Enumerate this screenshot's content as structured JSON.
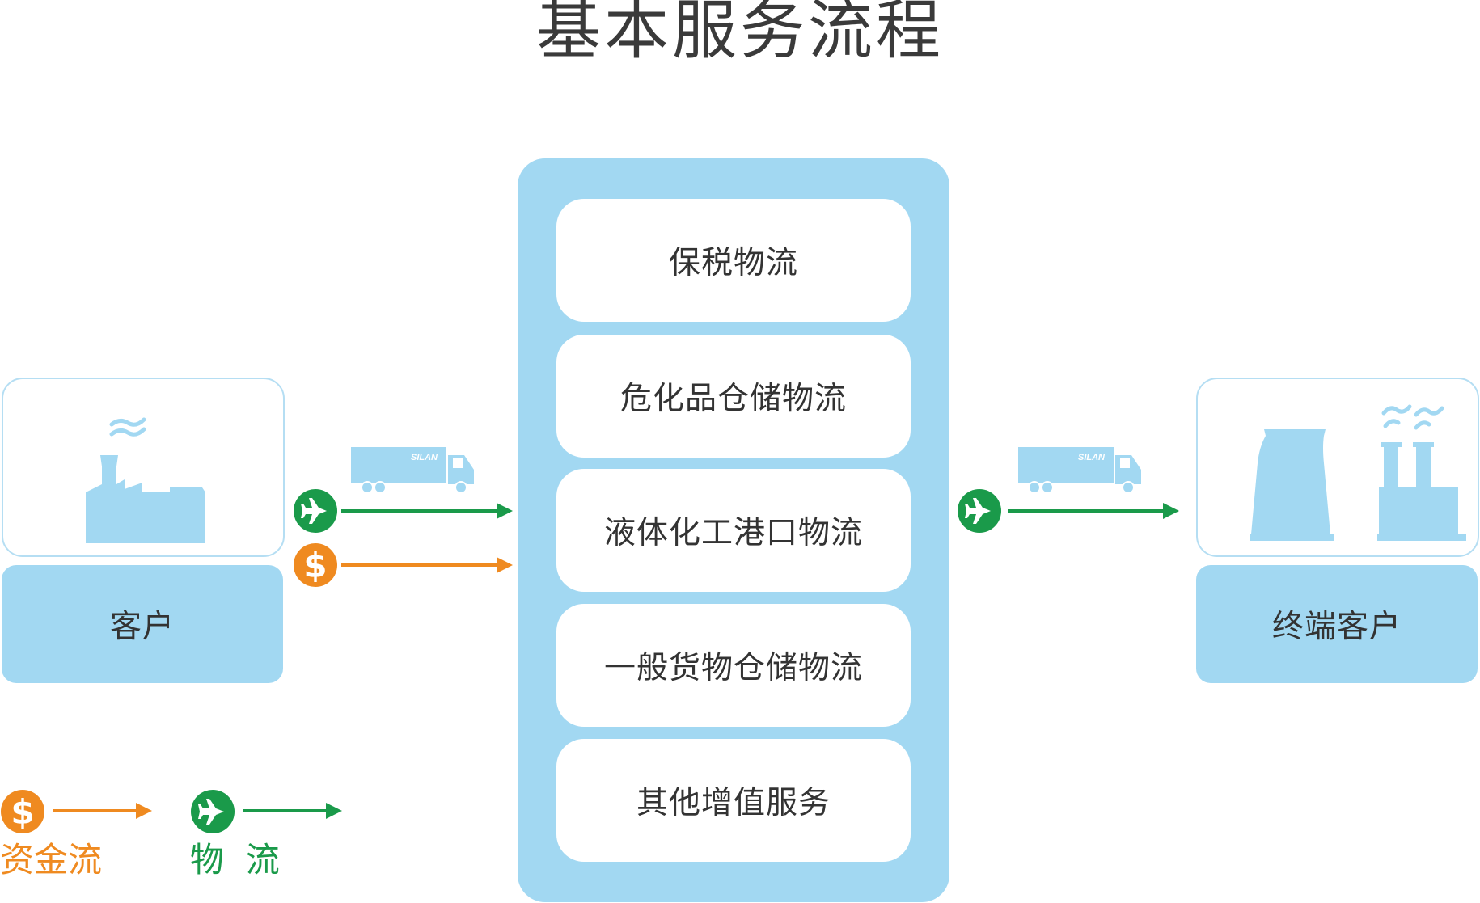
{
  "title": "基本服务流程",
  "services": [
    "保税物流",
    "危化品仓储物流",
    "液体化工港口物流",
    "一般货物仓储物流",
    "其他增值服务"
  ],
  "left_customer": {
    "label": "客户",
    "icon": "factory-icon"
  },
  "right_customer": {
    "label": "终端客户",
    "icon": "power-plant-icon"
  },
  "truck": {
    "icon": "truck-icon",
    "logo_text": "SILAN"
  },
  "legend": {
    "money_flow": {
      "label": "资金流",
      "icon": "dollar-icon",
      "color": "#ef8a20"
    },
    "logistics_flow": {
      "label": "物  流",
      "icon": "airplane-icon",
      "color": "#1a9a4a"
    }
  },
  "colors": {
    "panel": "#a2d8f2",
    "card_border": "#b5def3",
    "silhouette": "#a2d8f2",
    "money": "#ef8a20",
    "logistics": "#1a9a4a"
  }
}
